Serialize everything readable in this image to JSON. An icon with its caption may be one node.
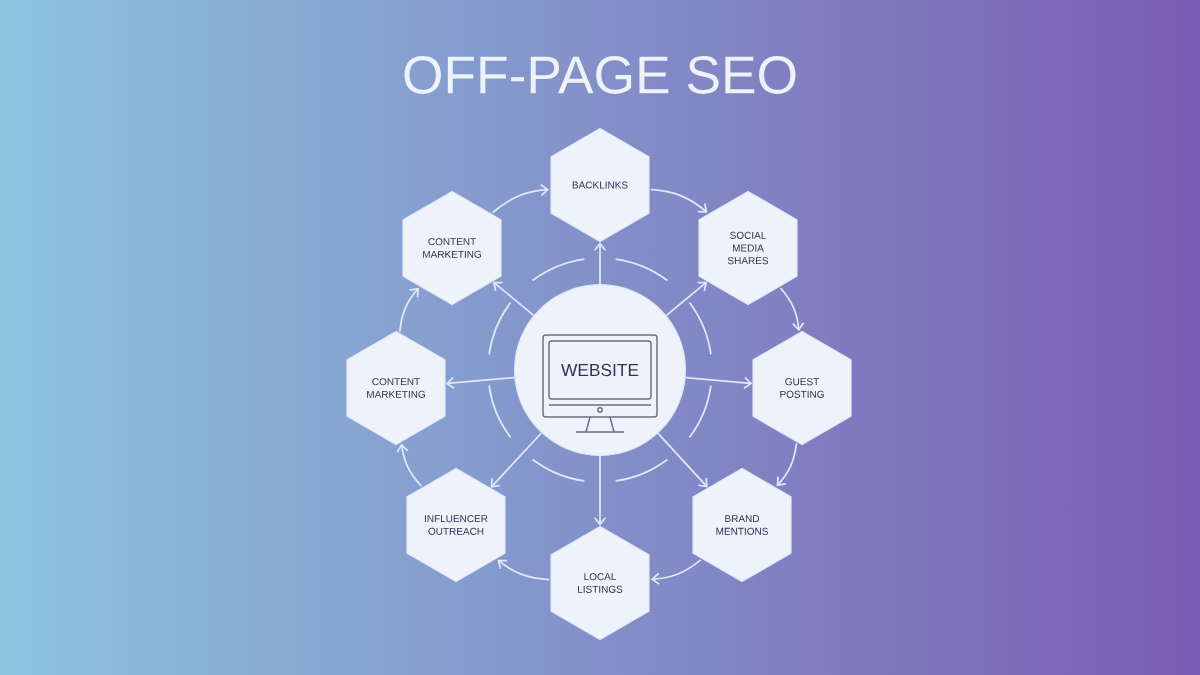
{
  "diagram": {
    "title": "OFF-PAGE SEO",
    "nodes": [
      {
        "text": [
          "WEBSITE"
        ]
      },
      {
        "text": [
          "BACKLINKS"
        ]
      },
      {
        "text": [
          "SOCIAL MEDIA SHARES"
        ]
      },
      {
        "text": [
          "GUEST POSTING"
        ]
      },
      {
        "text": [
          "BRAND MENTIONS"
        ]
      },
      {
        "text": [
          "LOCAL LISTINGS"
        ]
      },
      {
        "text": [
          "INFLUENCER OUTREACH"
        ]
      },
      {
        "text": [
          "CONTENT MARKETING"
        ]
      },
      {
        "text": [
          "CONTENT MARKETING"
        ]
      }
    ],
    "edges": [
      {
        "from": 0,
        "to": 1,
        "arrow": "to"
      },
      {
        "from": 0,
        "to": 2,
        "arrow": "to"
      },
      {
        "from": 0,
        "to": 3,
        "arrow": "to"
      },
      {
        "from": 0,
        "to": 4,
        "arrow": "to"
      },
      {
        "from": 0,
        "to": 5,
        "arrow": "to"
      },
      {
        "from": 0,
        "to": 6,
        "arrow": "to"
      },
      {
        "from": 0,
        "to": 7,
        "arrow": "to"
      },
      {
        "from": 0,
        "to": 8,
        "arrow": "to"
      },
      {
        "from": 1,
        "to": 2,
        "arrow": "to"
      },
      {
        "from": 2,
        "to": 3,
        "arrow": "to"
      },
      {
        "from": 3,
        "to": 4,
        "arrow": "to"
      },
      {
        "from": 4,
        "to": 5,
        "arrow": "to"
      },
      {
        "from": 5,
        "to": 6,
        "arrow": "to"
      },
      {
        "from": 6,
        "to": 7,
        "arrow": "to"
      },
      {
        "from": 7,
        "to": 8,
        "arrow": "to"
      },
      {
        "from": 8,
        "to": 1,
        "arrow": "to"
      }
    ]
  }
}
